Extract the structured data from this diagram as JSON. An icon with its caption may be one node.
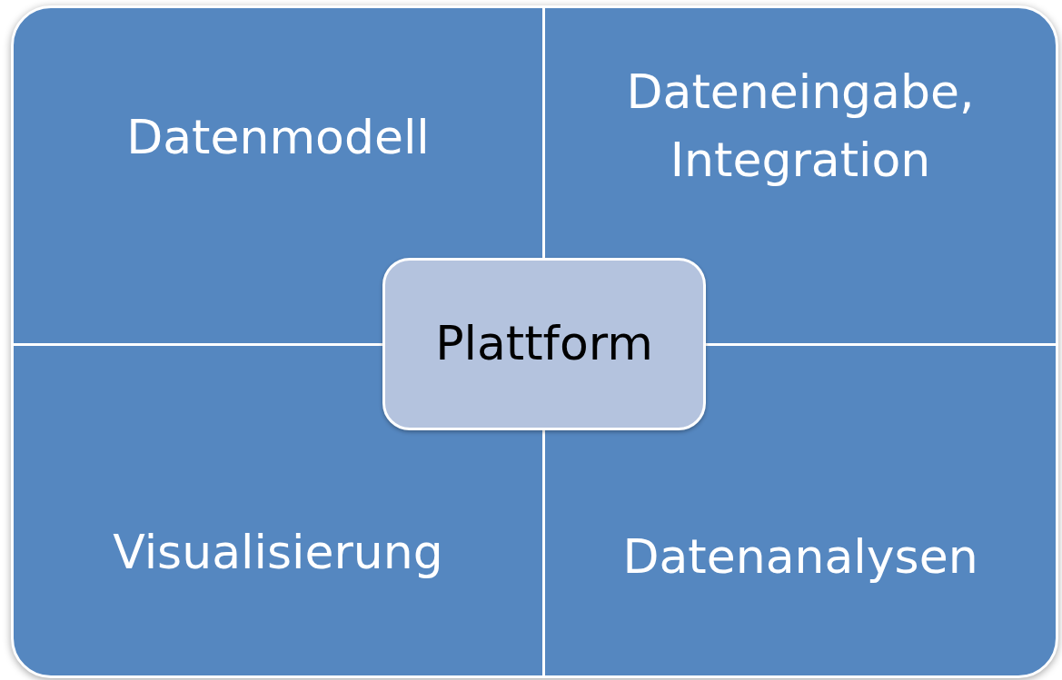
{
  "diagram": {
    "nodes": [
      {
        "text": [
          "Datenmodell"
        ]
      },
      {
        "text": [
          "Dateneingabe, Integration"
        ]
      },
      {
        "text": [
          "Visualisierung"
        ]
      },
      {
        "text": [
          "Datenanalysen"
        ]
      },
      {
        "text": [
          "Plattform"
        ]
      }
    ]
  }
}
